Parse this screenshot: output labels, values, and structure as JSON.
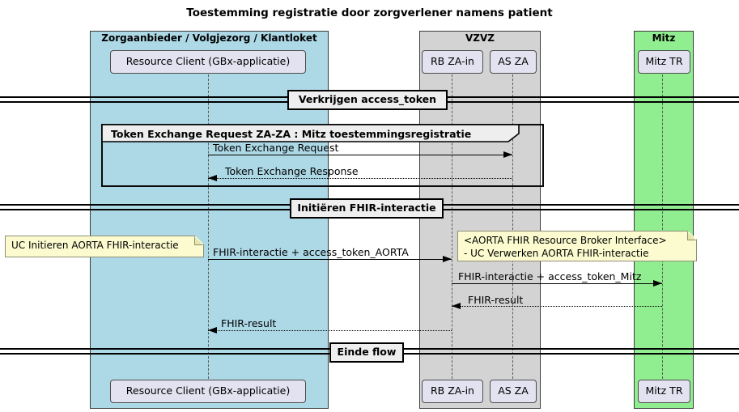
{
  "title": "Toestemming registratie door zorgverlener namens patient",
  "colors": {
    "lane_zorgaanbieder_fill": "#ADD8E6",
    "lane_vzvz_fill": "#D3D3D3",
    "lane_mitz_fill": "#90EE90",
    "participant_fill": "#E2E2F0",
    "note_fill": "#FBFBCF",
    "divider_label_fill": "#EEEEEE",
    "group_header_fill": "#EEEEEE"
  },
  "lanes": {
    "zorgaanbieder": {
      "label": "Zorgaanbieder / Volgjezorg / Klantloket"
    },
    "vzvz": {
      "label": "VZVZ"
    },
    "mitz": {
      "label": "Mitz"
    }
  },
  "participants": {
    "resource_client": {
      "label": "Resource Client (GBx-applicatie)"
    },
    "rb_za_in": {
      "label": "RB ZA-in"
    },
    "as_za": {
      "label": "AS ZA"
    },
    "mitz_tr": {
      "label": "Mitz TR"
    }
  },
  "dividers": {
    "verkrijgen": {
      "label": "Verkrijgen access_token"
    },
    "initieren": {
      "label": "Initiëren FHIR-interactie"
    },
    "einde": {
      "label": "Einde flow"
    }
  },
  "group": {
    "label": "Token Exchange Request ZA-ZA : Mitz toestemmingsregistratie"
  },
  "messages": {
    "token_exchange_request": {
      "label": "Token Exchange Request",
      "from": "Resource Client (GBx-applicatie)",
      "to": "AS ZA",
      "line": "solid"
    },
    "token_exchange_response": {
      "label": "Token Exchange Response",
      "from": "AS ZA",
      "to": "Resource Client (GBx-applicatie)",
      "line": "dashed"
    },
    "fhir_interactie_aorta": {
      "label": "FHIR-interactie + access_token_AORTA",
      "from": "Resource Client (GBx-applicatie)",
      "to": "RB ZA-in",
      "line": "solid"
    },
    "fhir_interactie_mitz": {
      "label": "FHIR-interactie + access_token_Mitz",
      "from": "RB ZA-in",
      "to": "Mitz TR",
      "line": "solid"
    },
    "fhir_result_mitz": {
      "label": "FHIR-result",
      "from": "Mitz TR",
      "to": "RB ZA-in",
      "line": "dashed"
    },
    "fhir_result_aorta": {
      "label": "FHIR-result",
      "from": "RB ZA-in",
      "to": "Resource Client (GBx-applicatie)",
      "line": "dashed"
    }
  },
  "notes": {
    "uc_initieren": {
      "lines": [
        "UC Initieren AORTA FHIR-interactie"
      ]
    },
    "broker_interface": {
      "lines": [
        "<AORTA FHIR Resource Broker Interface>",
        "- UC Verwerken AORTA FHIR-interactie"
      ]
    }
  }
}
